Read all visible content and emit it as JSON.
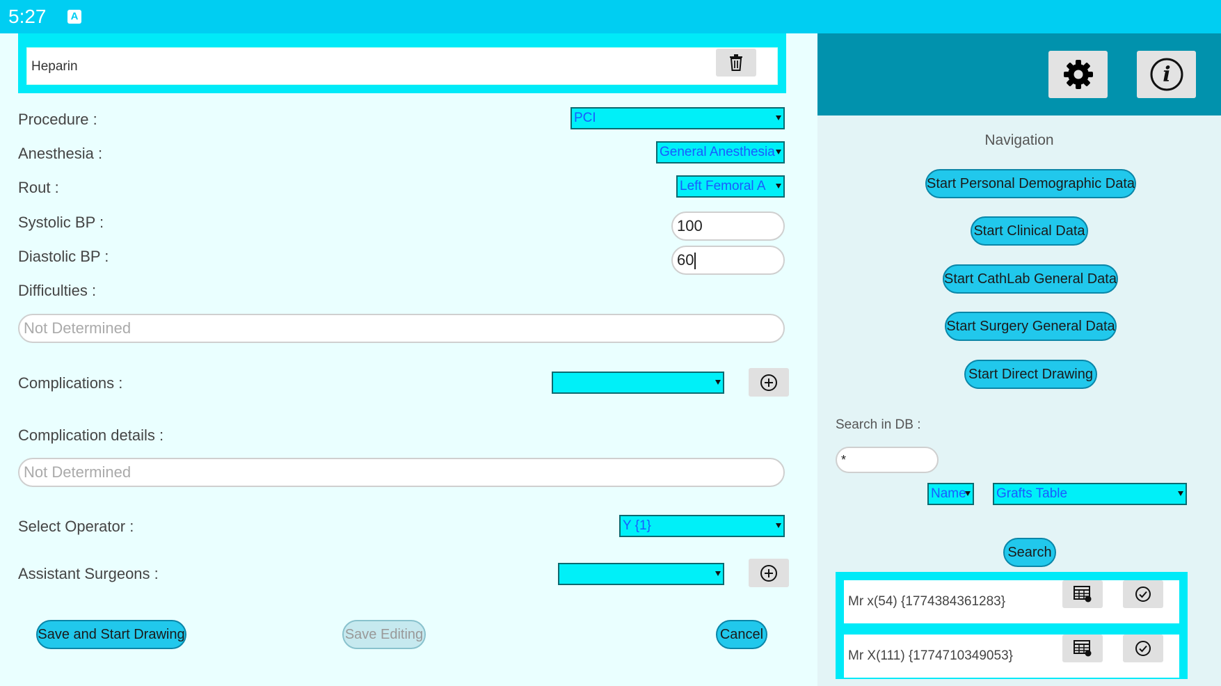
{
  "status_bar": {
    "time": "5:27",
    "notification_icon": "a-icon"
  },
  "form": {
    "drug_row": {
      "text": "Heparin",
      "delete_icon": "trash-icon"
    },
    "procedure": {
      "label": "Procedure :",
      "value": "PCI"
    },
    "anesthesia": {
      "label": "Anesthesia :",
      "value": "General Anesthesia"
    },
    "rout": {
      "label": "Rout :",
      "value": "Left Femoral A"
    },
    "systolic": {
      "label": "Systolic BP :",
      "value": "100"
    },
    "diastolic": {
      "label": "Diastolic BP :",
      "value": "60"
    },
    "difficulties": {
      "label": "Difficulties :",
      "placeholder": "Not Determined"
    },
    "complications": {
      "label": "Complications :",
      "value": "",
      "add_icon": "plus-circle-icon"
    },
    "complication_details": {
      "label": "Complication details :",
      "placeholder": "Not Determined"
    },
    "operator": {
      "label": "Select Operator :",
      "value": "Y {1}"
    },
    "assistant": {
      "label": "Assistant Surgeons :",
      "value": "",
      "add_icon": "plus-circle-icon"
    },
    "buttons": {
      "save_draw": "Save and Start Drawing",
      "save_edit": "Save Editing",
      "cancel": "Cancel"
    }
  },
  "sidebar": {
    "settings_icon": "gear-icon",
    "info_icon": "info-icon",
    "nav_title": "Navigation",
    "nav_buttons": [
      "Start Personal Demographic Data",
      "Start Clinical Data",
      "Start CathLab General Data",
      "Start Surgery General Data",
      "Start Direct Drawing"
    ],
    "search": {
      "label": "Search in DB :",
      "value": "*",
      "field": "Name",
      "table": "Grafts Table",
      "button": "Search"
    },
    "results": [
      {
        "text": "Mr x(54) {1774384361283}"
      },
      {
        "text": "Mr X(111) {1774710349053}"
      }
    ]
  },
  "colors": {
    "accent": "#00cef2",
    "band": "#0192ad",
    "select": "#00f0f8",
    "pill": "#21c8ec"
  }
}
